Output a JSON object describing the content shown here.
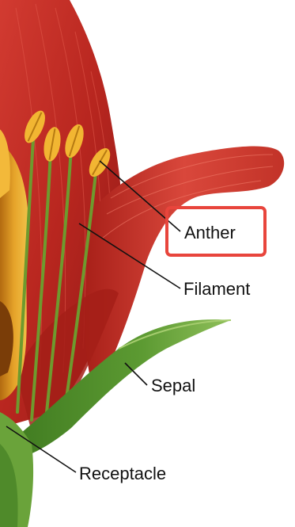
{
  "labels": {
    "anther": "Anther",
    "filament": "Filament",
    "sepal": "Sepal",
    "receptacle": "Receptacle"
  },
  "highlight": {
    "target": "Anther",
    "color": "#e8453c"
  },
  "colors": {
    "petal": "#c8312a",
    "petal_light": "#e0574a",
    "petal_dark": "#8e1a17",
    "stamen_filament": "#6e9a2e",
    "anther": "#f2b632",
    "pistil": "#e6a42a",
    "sepal": "#4f8a2a",
    "receptacle": "#6aa33a"
  }
}
